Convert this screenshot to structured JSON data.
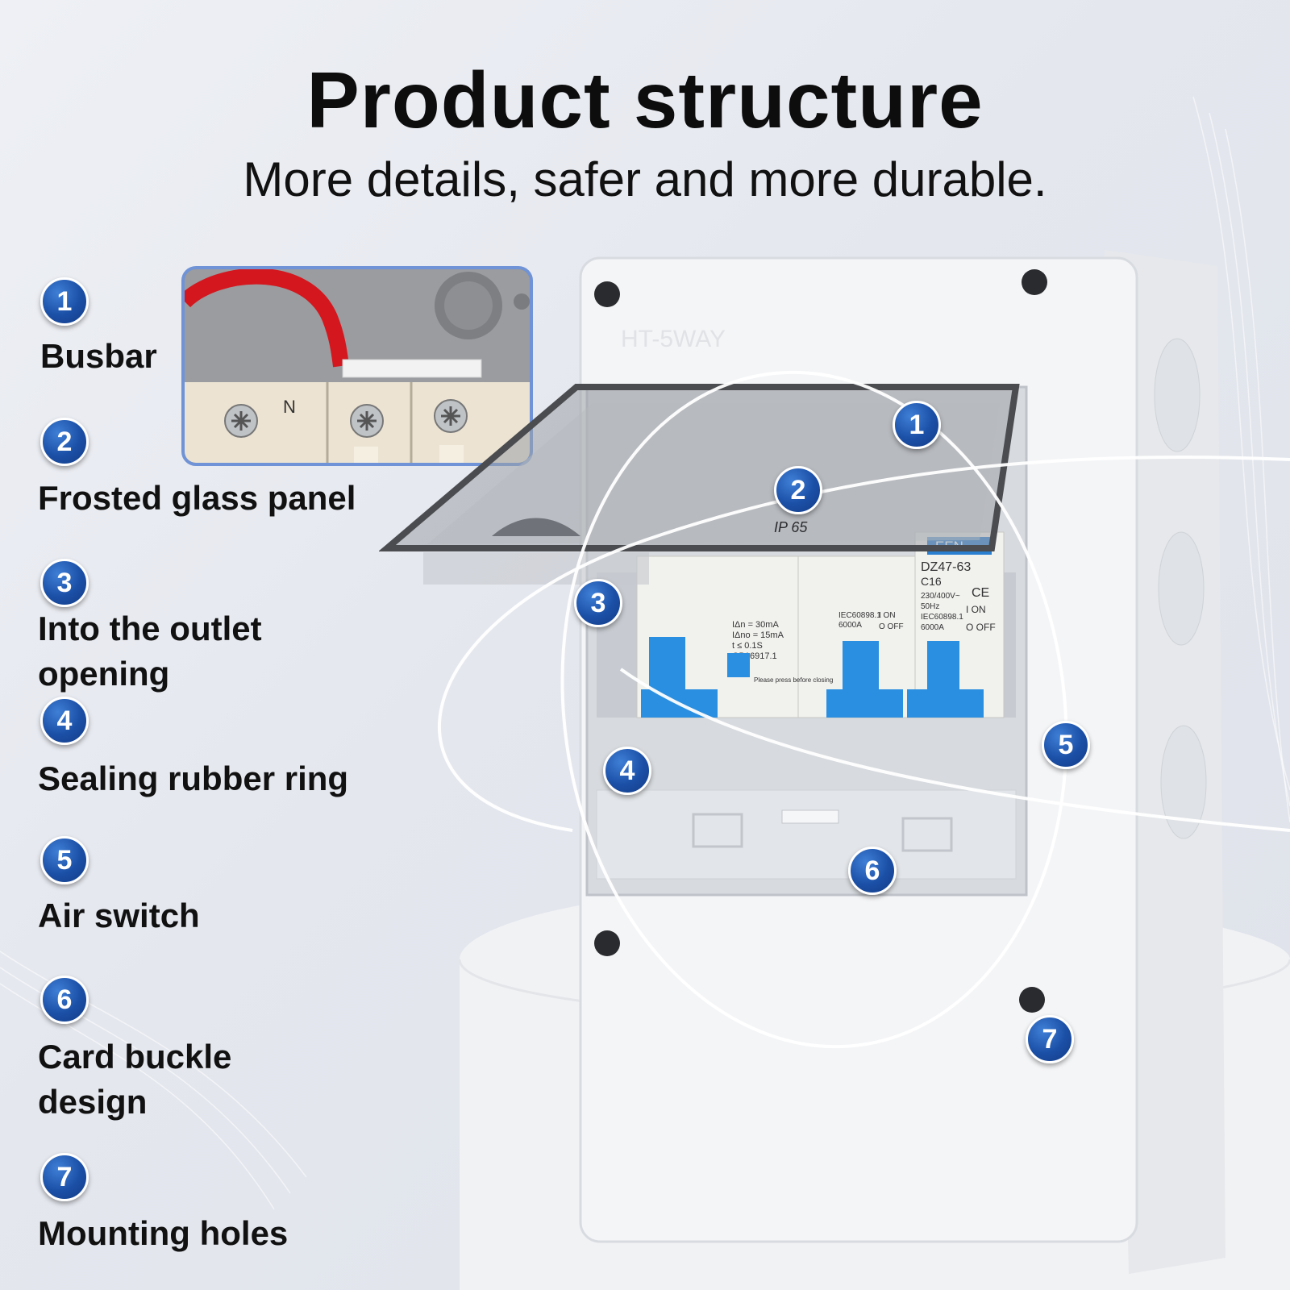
{
  "header": {
    "title": "Product structure",
    "subtitle": "More details, safer and more durable."
  },
  "features": [
    {
      "number": "1",
      "label": "Busbar"
    },
    {
      "number": "2",
      "label": "Frosted glass panel"
    },
    {
      "number": "3",
      "label": "Into the outlet opening"
    },
    {
      "number": "4",
      "label": "Sealing rubber ring"
    },
    {
      "number": "5",
      "label": "Air switch"
    },
    {
      "number": "6",
      "label": "Card buckle design"
    },
    {
      "number": "7",
      "label": "Mounting holes"
    }
  ],
  "inset": {
    "terminal_label": "N"
  },
  "product": {
    "model_marking": "HT-5WAY",
    "ip_rating": "IP 65",
    "breaker_brand": "EEN",
    "breaker_model": "DZ47-63",
    "breaker_rating": "C16",
    "breaker_voltage": "230/400V~",
    "breaker_freq": "50Hz",
    "breaker_std": "IEC60898.1",
    "breaker_capacity": "6000A",
    "on_text": "I ON",
    "off_text": "O OFF",
    "rcd_line1": "IΔn = 30mA",
    "rcd_line2": "IΔno = 15mA",
    "rcd_line3": "t ≤ 0.1S",
    "rcd_line4": "GB16917.1",
    "rcd_press": "Please press before closing",
    "ce_mark": "CE"
  },
  "colors": {
    "badge": "#1b4fa6",
    "switch_blue": "#2a8fe0",
    "box_white": "#f4f5f7"
  }
}
